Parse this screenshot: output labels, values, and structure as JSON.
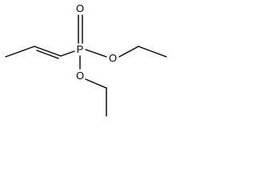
{
  "molecule": {
    "atoms": {
      "phosphorus": "P",
      "oxygen_double": "O",
      "oxygen_ester_upper": "O",
      "oxygen_ester_lower": "O"
    },
    "colors": {
      "bond": "#000000",
      "label": "#000000",
      "background": "#ffffff"
    }
  }
}
